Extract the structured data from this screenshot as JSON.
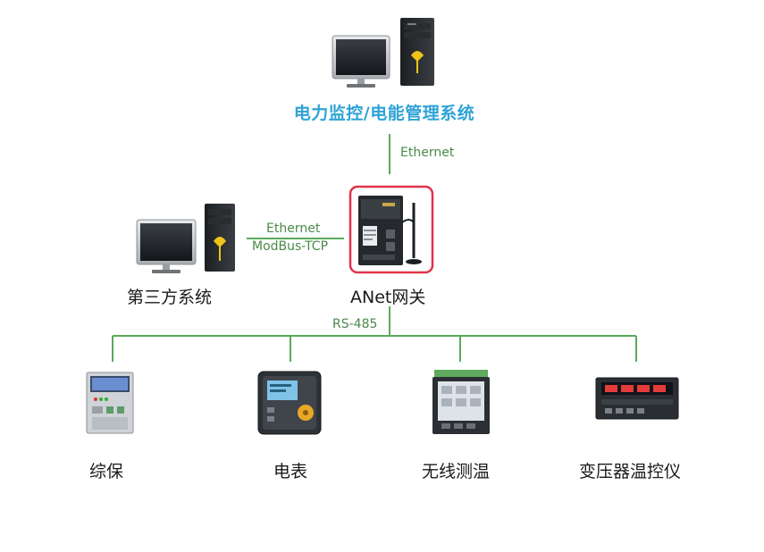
{
  "top_system": {
    "title": "电力监控/电能管理系统"
  },
  "links": {
    "top_ethernet": "Ethernet",
    "left_ethernet": "Ethernet",
    "left_protocol": "ModBus-TCP",
    "bus": "RS-485"
  },
  "third_party": {
    "label": "第三方系统"
  },
  "gateway": {
    "label": "ANet网关"
  },
  "devices": [
    {
      "label": "综保"
    },
    {
      "label": "电表"
    },
    {
      "label": "无线测温"
    },
    {
      "label": "变压器温控仪"
    }
  ],
  "colors": {
    "title_blue": "#2fa3d6",
    "line_green": "#5aa95a",
    "gateway_highlight": "#e0344a"
  }
}
